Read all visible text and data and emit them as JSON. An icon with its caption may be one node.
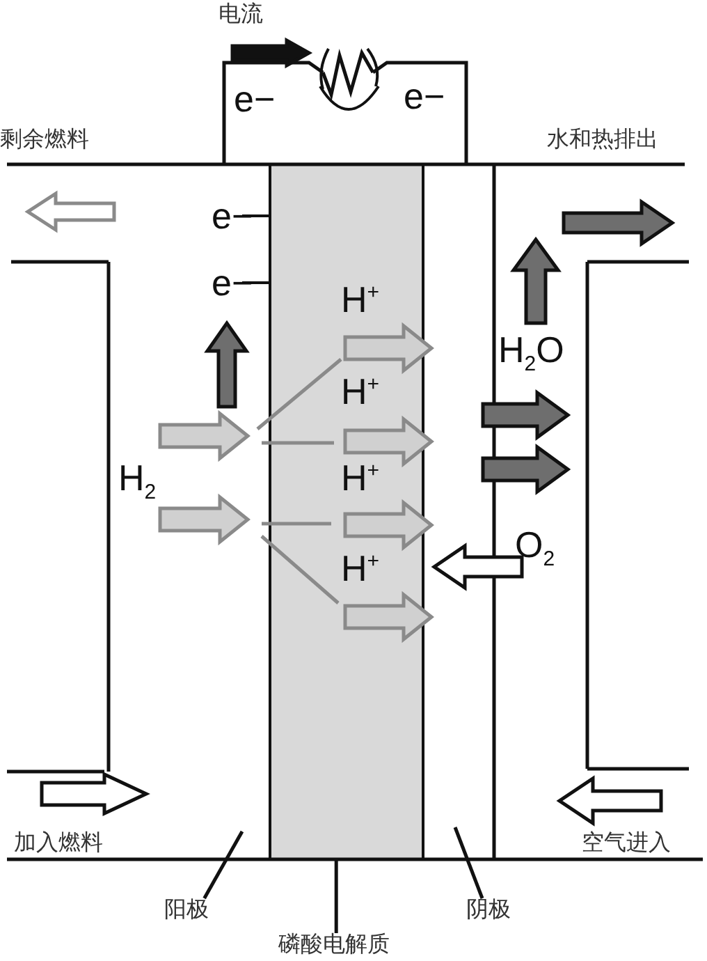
{
  "diagram": {
    "nodes": [
      {
        "text": [],
        "shape": "box"
      },
      {
        "text": [
          "阳极"
        ]
      },
      {
        "text": [
          "磷酸电解质"
        ]
      },
      {
        "text": [
          "阴极"
        ]
      }
    ],
    "edges": [
      {
        "from": 1,
        "to": null,
        "arrow": "none"
      },
      {
        "from": 2,
        "to": 0,
        "arrow": "none"
      },
      {
        "from": 3,
        "to": null,
        "arrow": "none"
      }
    ],
    "labels": [
      "电流",
      "e−",
      "e−",
      "剩余燃料",
      "水和热排出",
      "e−",
      "e−",
      "H$^{+}$",
      "H$^{+}$",
      "H$^{+}$",
      "H$^{+}$",
      "H$_{2}$",
      "H$_{2}$O",
      "O$_{2}$",
      "加入燃料",
      "空气进入"
    ]
  }
}
